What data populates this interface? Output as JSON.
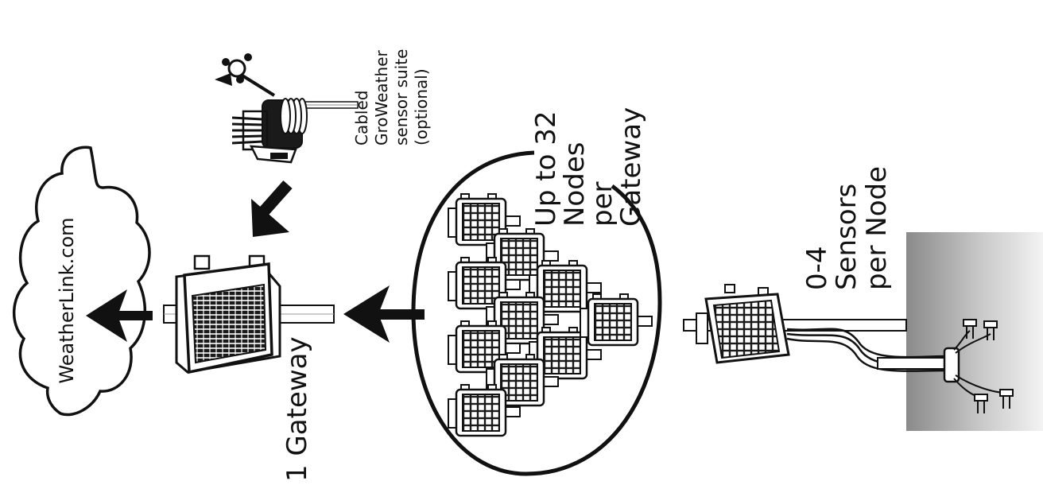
{
  "labels": {
    "cloud": "WeatherLink.com",
    "gateway": "1 Gateway",
    "sensor_suite": "Cabled\nGroWeather\nsensor suite\n(optional)",
    "nodes": "Up to 32\nNodes\nper\nGateway",
    "sensors": "0-4 Sensors\nper Node"
  },
  "icons": {
    "cloud": "cloud-icon",
    "gateway": "gateway-enclosure-icon",
    "weather_station": "weather-station-icon",
    "node": "solar-node-icon",
    "soil_sensors": "soil-sensor-icon",
    "arrow": "arrow-icon"
  },
  "colors": {
    "ink": "#111111",
    "panel": "#1a1a1a",
    "ground_dark": "#8c8c8c",
    "ground_light": "#f4f4f4"
  }
}
